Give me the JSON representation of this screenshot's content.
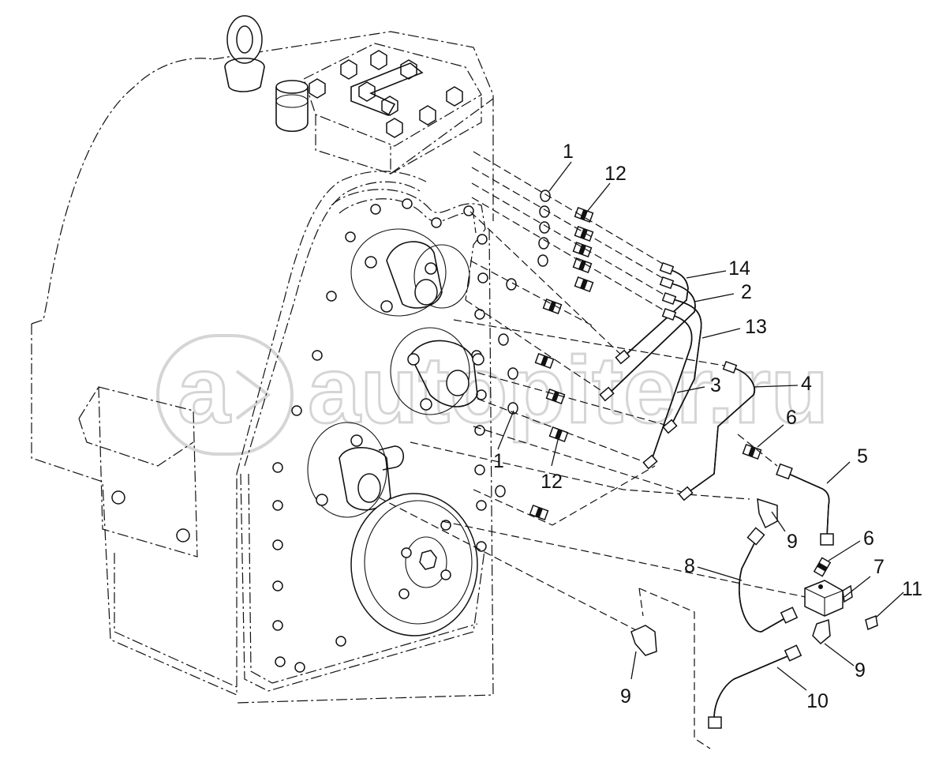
{
  "callouts": [
    {
      "id": "c1a",
      "label": "1"
    },
    {
      "id": "c12a",
      "label": "12"
    },
    {
      "id": "c14",
      "label": "14"
    },
    {
      "id": "c2",
      "label": "2"
    },
    {
      "id": "c13",
      "label": "13"
    },
    {
      "id": "c3",
      "label": "3"
    },
    {
      "id": "c4",
      "label": "4"
    },
    {
      "id": "c6a",
      "label": "6"
    },
    {
      "id": "c5",
      "label": "5"
    },
    {
      "id": "c1b",
      "label": "1"
    },
    {
      "id": "c12b",
      "label": "12"
    },
    {
      "id": "c9a",
      "label": "9"
    },
    {
      "id": "c6b",
      "label": "6"
    },
    {
      "id": "c8",
      "label": "8"
    },
    {
      "id": "c7",
      "label": "7"
    },
    {
      "id": "c11",
      "label": "11"
    },
    {
      "id": "c9b",
      "label": "9"
    },
    {
      "id": "c9c",
      "label": "9"
    },
    {
      "id": "c10",
      "label": "10"
    }
  ],
  "watermark": {
    "text": "autopiter.ru"
  }
}
